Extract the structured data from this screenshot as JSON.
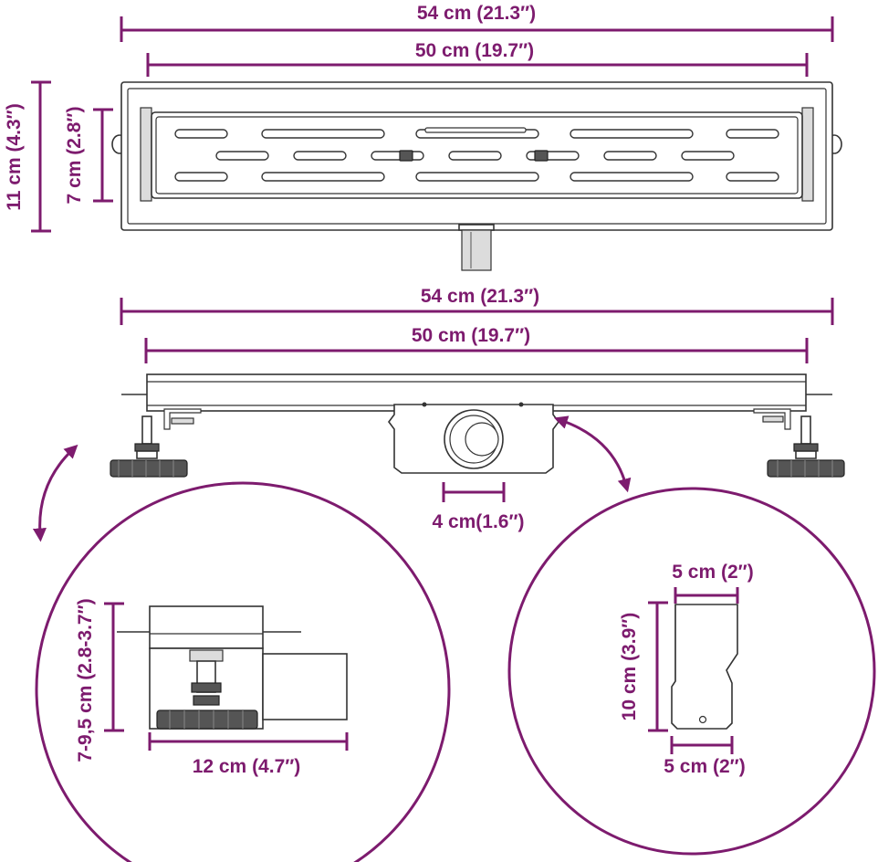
{
  "colors": {
    "accent": "#7d1b6e",
    "outline": "#333333"
  },
  "top_view": {
    "overall_length": "54 cm (21.3″)",
    "grate_length": "50 cm (19.7″)",
    "overall_width": "11 cm (4.3″)",
    "grate_width": "7 cm (2.8″)"
  },
  "side_view": {
    "overall_length": "54 cm (21.3″)",
    "grate_length": "50 cm (19.7″)",
    "outlet_diameter": "4 cm(1.6″)"
  },
  "detail_left": {
    "height_range": "7-9,5 cm (2.8-3.7″)",
    "depth": "12 cm (4.7″)"
  },
  "detail_right": {
    "top_width": "5 cm (2″)",
    "height": "10 cm (3.9″)",
    "bottom_width": "5 cm (2″)"
  }
}
